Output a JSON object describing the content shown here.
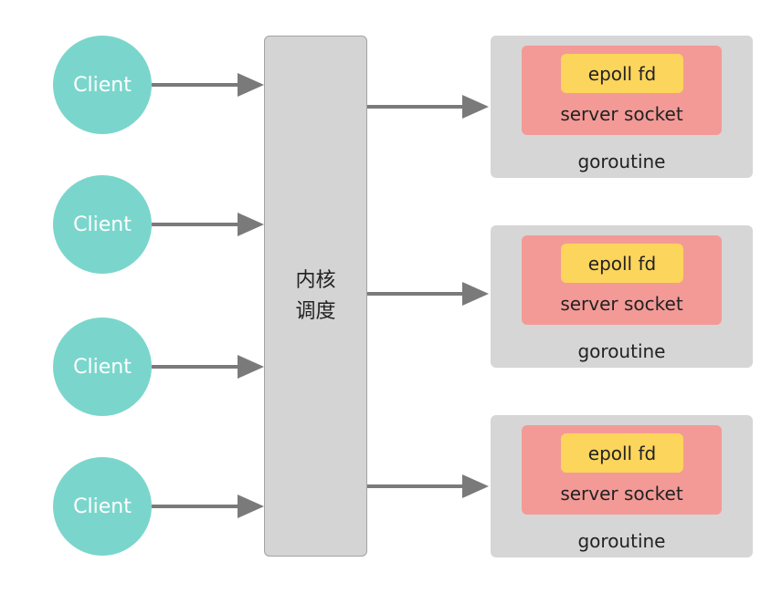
{
  "clients": [
    {
      "label": "Client"
    },
    {
      "label": "Client"
    },
    {
      "label": "Client"
    },
    {
      "label": "Client"
    }
  ],
  "kernel": {
    "label": "内核调度"
  },
  "goroutines": [
    {
      "epoll_label": "epoll fd",
      "server_label": "server socket",
      "goroutine_label": "goroutine"
    },
    {
      "epoll_label": "epoll fd",
      "server_label": "server socket",
      "goroutine_label": "goroutine"
    },
    {
      "epoll_label": "epoll fd",
      "server_label": "server socket",
      "goroutine_label": "goroutine"
    }
  ],
  "colors": {
    "client": "#7ad6cc",
    "kernel": "#d4d4d4",
    "goroutine": "#d6d6d6",
    "server_socket": "#f39a97",
    "epoll_fd": "#fcd55c",
    "arrow": "#7a7a7a"
  }
}
